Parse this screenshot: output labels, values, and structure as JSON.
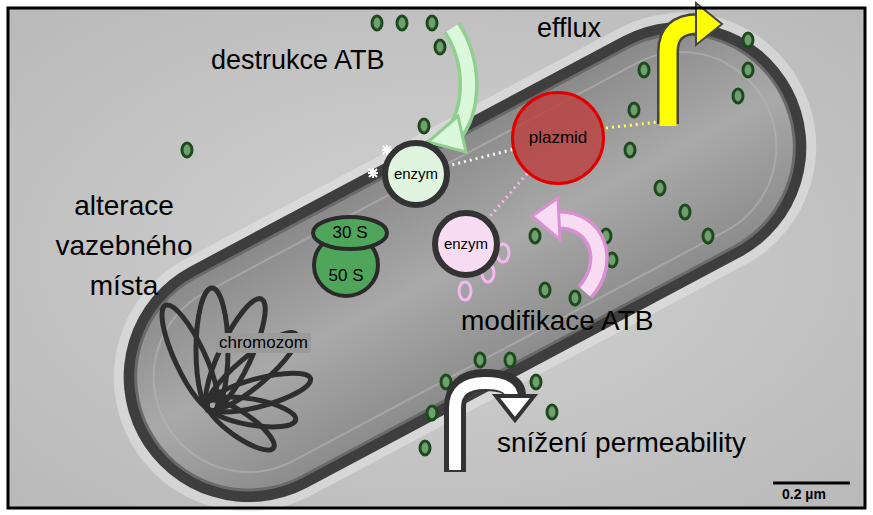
{
  "diagram": {
    "nodes": [
      {
        "text": [
          "plazmid"
        ]
      },
      {
        "text": [
          "enzym"
        ]
      },
      {
        "text": [
          "30 S"
        ]
      },
      {
        "text": [
          "50 S"
        ]
      },
      {
        "text": [
          "enzym"
        ]
      }
    ],
    "edges": [
      {
        "from": 0,
        "to": 1,
        "arrow": "none"
      },
      {
        "from": 0,
        "to": 4,
        "arrow": "none"
      }
    ],
    "labels": [
      "efflux",
      "destrukce ATB",
      "alterace vazebného místa",
      "modifikace ATB",
      "chromozom",
      "snížení permeability",
      "0.2 µm"
    ]
  }
}
